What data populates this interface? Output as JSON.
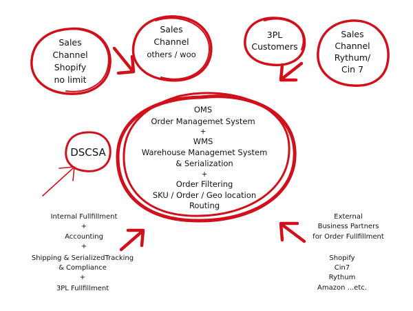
{
  "nodes": {
    "center": {
      "lines": [
        "OMS",
        "Order Managemet System",
        "+",
        "WMS",
        "Warehouse Managemet System",
        "& Serialization",
        "+",
        "Order Filtering",
        "SKU / Order / Geo location",
        "Routing"
      ]
    },
    "shopify": {
      "lines": [
        "Sales",
        "Channel",
        "Shopify",
        "no limit"
      ]
    },
    "woo": {
      "lines": [
        "Sales",
        "Channel",
        "others / woo"
      ]
    },
    "threepl": {
      "lines": [
        "3PL",
        "Customers"
      ]
    },
    "rythum": {
      "lines": [
        "Sales",
        "Channel",
        "Rythum/",
        "Cin 7"
      ]
    },
    "dscsa": {
      "lines": [
        "DSCSA"
      ]
    },
    "internal": {
      "lines": [
        "Internal Fullfillment",
        "+",
        "Accounting",
        "+",
        "Shipping & SerializedTracking",
        "& Compliance",
        "+",
        "3PL Fullfillment"
      ]
    },
    "external": {
      "lines": [
        "External",
        "Business Partners",
        "for Order Fullfillment"
      ]
    },
    "partners": {
      "lines": [
        "Shopify",
        "Cin7",
        "Rythum",
        "Amazon ...etc."
      ]
    }
  },
  "colors": {
    "ink": "#111111",
    "accent": "#d0101a"
  }
}
